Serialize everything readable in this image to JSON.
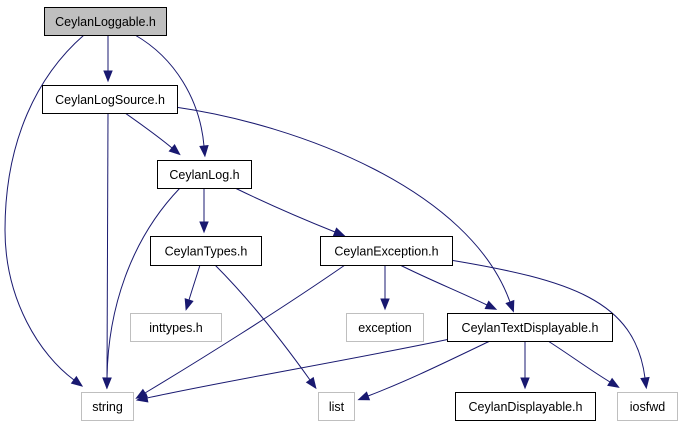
{
  "diagram": {
    "edge_color": "#191970",
    "nodes": [
      {
        "id": "loggable",
        "label": "CeylanLoggable.h",
        "kind": "current"
      },
      {
        "id": "logsource",
        "label": "CeylanLogSource.h",
        "kind": "header"
      },
      {
        "id": "log",
        "label": "CeylanLog.h",
        "kind": "header"
      },
      {
        "id": "types",
        "label": "CeylanTypes.h",
        "kind": "header"
      },
      {
        "id": "exception_h",
        "label": "CeylanException.h",
        "kind": "header"
      },
      {
        "id": "inttypes",
        "label": "inttypes.h",
        "kind": "system"
      },
      {
        "id": "exception",
        "label": "exception",
        "kind": "system"
      },
      {
        "id": "textdisplayable",
        "label": "CeylanTextDisplayable.h",
        "kind": "header"
      },
      {
        "id": "string",
        "label": "string",
        "kind": "system"
      },
      {
        "id": "list",
        "label": "list",
        "kind": "system"
      },
      {
        "id": "displayable",
        "label": "CeylanDisplayable.h",
        "kind": "header"
      },
      {
        "id": "iosfwd",
        "label": "iosfwd",
        "kind": "system"
      }
    ],
    "edges": [
      {
        "from": "loggable",
        "to": "logsource"
      },
      {
        "from": "loggable",
        "to": "log"
      },
      {
        "from": "loggable",
        "to": "string"
      },
      {
        "from": "logsource",
        "to": "log"
      },
      {
        "from": "logsource",
        "to": "string"
      },
      {
        "from": "logsource",
        "to": "textdisplayable"
      },
      {
        "from": "log",
        "to": "types"
      },
      {
        "from": "log",
        "to": "exception_h"
      },
      {
        "from": "log",
        "to": "string"
      },
      {
        "from": "types",
        "to": "inttypes"
      },
      {
        "from": "types",
        "to": "list"
      },
      {
        "from": "exception_h",
        "to": "exception"
      },
      {
        "from": "exception_h",
        "to": "textdisplayable"
      },
      {
        "from": "exception_h",
        "to": "string"
      },
      {
        "from": "exception_h",
        "to": "iosfwd"
      },
      {
        "from": "textdisplayable",
        "to": "string"
      },
      {
        "from": "textdisplayable",
        "to": "list"
      },
      {
        "from": "textdisplayable",
        "to": "displayable"
      },
      {
        "from": "textdisplayable",
        "to": "iosfwd"
      }
    ]
  }
}
